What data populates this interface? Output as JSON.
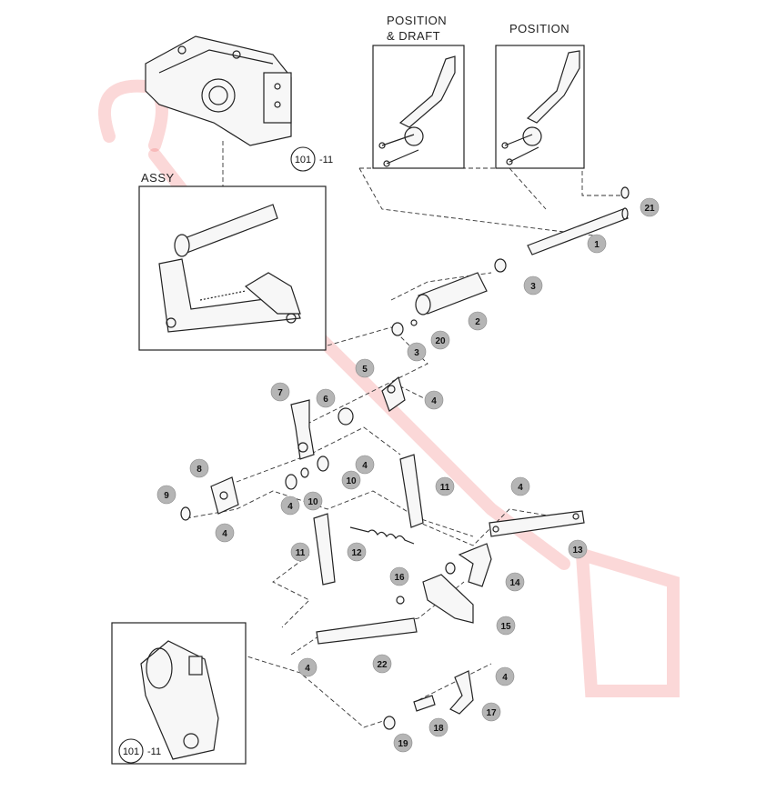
{
  "captions": {
    "position_draft": [
      "POSITION",
      "& DRAFT"
    ],
    "position": "POSITION",
    "assy": "ASSY"
  },
  "reference": {
    "top": {
      "circle": "101",
      "suffix": "-11"
    },
    "bottom": {
      "circle": "101",
      "suffix": "-11"
    }
  },
  "callouts": [
    "1",
    "2",
    "3",
    "3",
    "4",
    "4",
    "4",
    "4",
    "4",
    "4",
    "4",
    "4",
    "5",
    "6",
    "7",
    "8",
    "9",
    "10",
    "10",
    "11",
    "11",
    "12",
    "13",
    "14",
    "15",
    "16",
    "17",
    "18",
    "19",
    "20",
    "21",
    "22"
  ],
  "colors": {
    "bubble": "#b5b5b5",
    "watermark": "#ee4c4c",
    "line": "#222222"
  }
}
